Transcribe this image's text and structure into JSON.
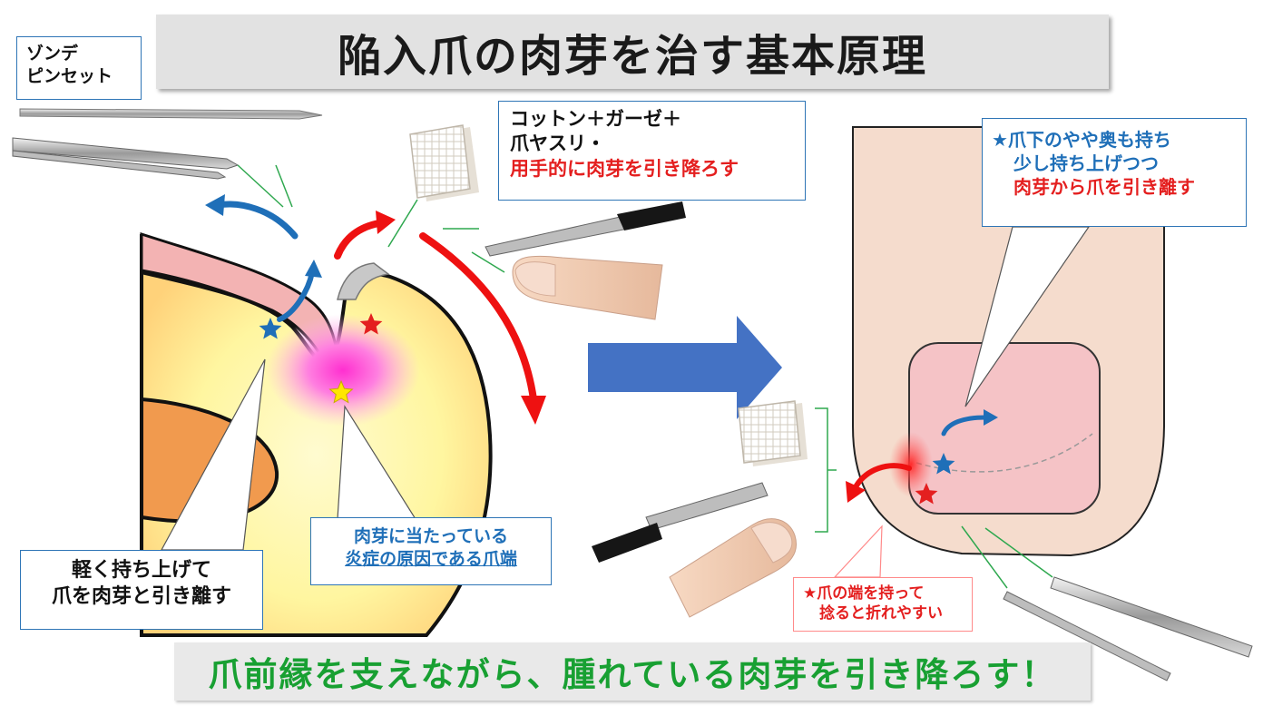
{
  "title": "陥入爪の肉芽を治す基本原理",
  "labels": {
    "sonde": {
      "line1": "ゾンデ",
      "line2": "ピンセット"
    },
    "cotton": {
      "line1": "コットン＋ガーゼ＋",
      "line2": "爪ヤスリ・",
      "line3": "用手的に肉芽を引き降ろす"
    },
    "lift": {
      "line1": "軽く持ち上げて",
      "line2": "爪を肉芽と引き離す"
    },
    "cause": {
      "line1": "肉芽に当たっている",
      "line2": "炎症の原因である爪端"
    },
    "right_note": {
      "line1": "★爪下のやや奥も持ち",
      "line2": "少し持ち上げつつ",
      "line3": "肉芽から爪を引き離す"
    },
    "warning": {
      "line1": "★爪の端を持って",
      "line2": "捻ると折れやすい"
    }
  },
  "bottom_message": "爪前縁を支えながら、腫れている肉芽を引き降ろす！",
  "colors": {
    "blue": "#1f6fb8",
    "red": "#e41f1f",
    "green": "#18a032",
    "big_arrow": "#4472c4",
    "star_yellow": "#ffe600"
  }
}
